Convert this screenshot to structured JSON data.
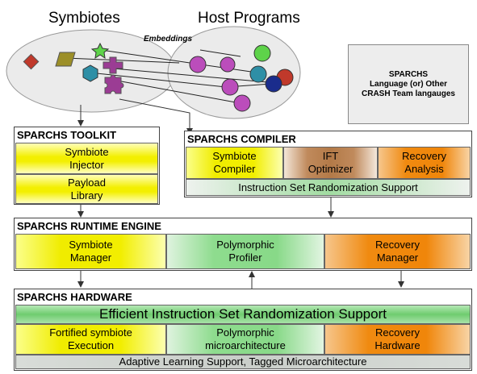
{
  "labels": {
    "symbiotes": "Symbiotes",
    "host_programs": "Host Programs",
    "embeddings": "Embeddings"
  },
  "language_box": {
    "line1": "SPARCHS",
    "line2": "Language (or) Other",
    "line3": "CRASH Team langauges"
  },
  "toolkit": {
    "title": "SPARCHS TOOLKIT",
    "cells": [
      {
        "line1": "Symbiote",
        "line2": "Injector"
      },
      {
        "line1": "Payload",
        "line2": "Library"
      }
    ]
  },
  "compiler": {
    "title": "SPARCHS COMPILER",
    "cells": [
      {
        "line1": "Symbiote",
        "line2": "Compiler"
      },
      {
        "line1": "IFT",
        "line2": "Optimizer"
      },
      {
        "line1": "Recovery",
        "line2": "Analysis"
      }
    ],
    "footer": "Instruction Set Randomization Support"
  },
  "runtime": {
    "title": "SPARCHS RUNTIME ENGINE",
    "cells": [
      {
        "line1": "Symbiote",
        "line2": "Manager"
      },
      {
        "line1": "Polymorphic",
        "line2": "Profiler"
      },
      {
        "line1": "Recovery",
        "line2": "Manager"
      }
    ]
  },
  "hardware": {
    "title": "SPARCHS HARDWARE",
    "banner": "Efficient Instruction Set Randomization Support",
    "cells": [
      {
        "line1": "Fortified symbiote",
        "line2": "Execution"
      },
      {
        "line1": "Polymorphic",
        "line2": "microarchitecture"
      },
      {
        "line1": "Recovery",
        "line2": "Hardware"
      }
    ],
    "footer": "Adaptive Learning Support, Tagged Microarchitecture"
  },
  "colors": {
    "ellipse_fill": "#ebebeb",
    "diamond": "#c0392b",
    "parallelogram": "#9c8f28",
    "star": "#5ed34a",
    "hexagon": "#2e8fa6",
    "cross": "#9b3c94",
    "puzzle": "#9b3c94",
    "magenta": "#bb4dbb",
    "teal": "#2e8fa6",
    "green": "#5ed34a",
    "navy": "#1a2c8c",
    "red": "#c0392b"
  }
}
